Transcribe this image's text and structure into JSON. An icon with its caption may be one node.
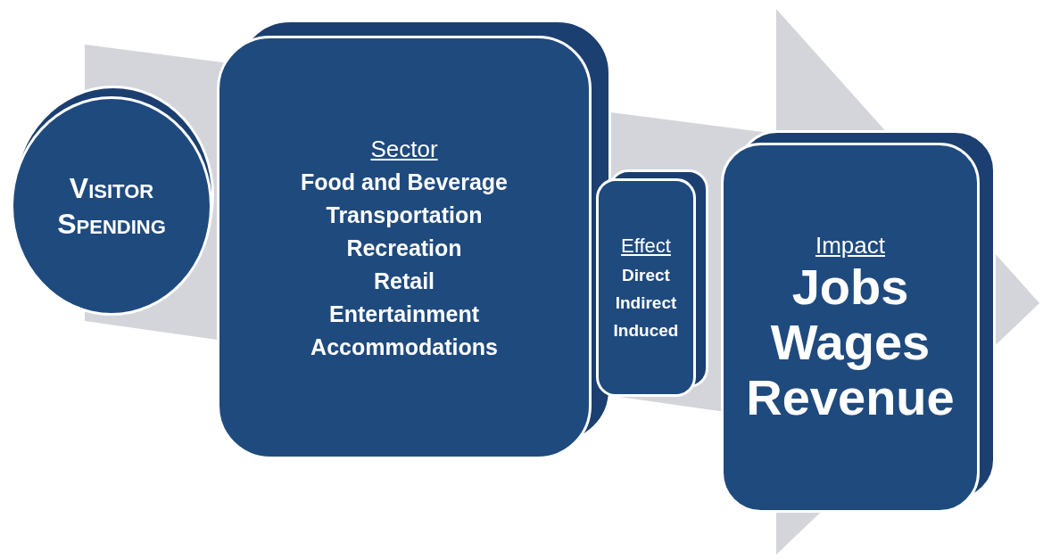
{
  "diagram": {
    "nodes": [
      {
        "text": [
          "Visitor Spending"
        ]
      },
      {
        "text": [
          "Sector",
          "Food and Beverage",
          "Transportation",
          "Recreation",
          "Retail",
          "Entertainment",
          "Accommodations"
        ]
      },
      {
        "text": [
          "Effect",
          "Direct",
          "Indirect",
          "Induced"
        ]
      },
      {
        "text": [
          "Impact",
          "Jobs",
          "Wages",
          "Revenue"
        ]
      }
    ]
  }
}
